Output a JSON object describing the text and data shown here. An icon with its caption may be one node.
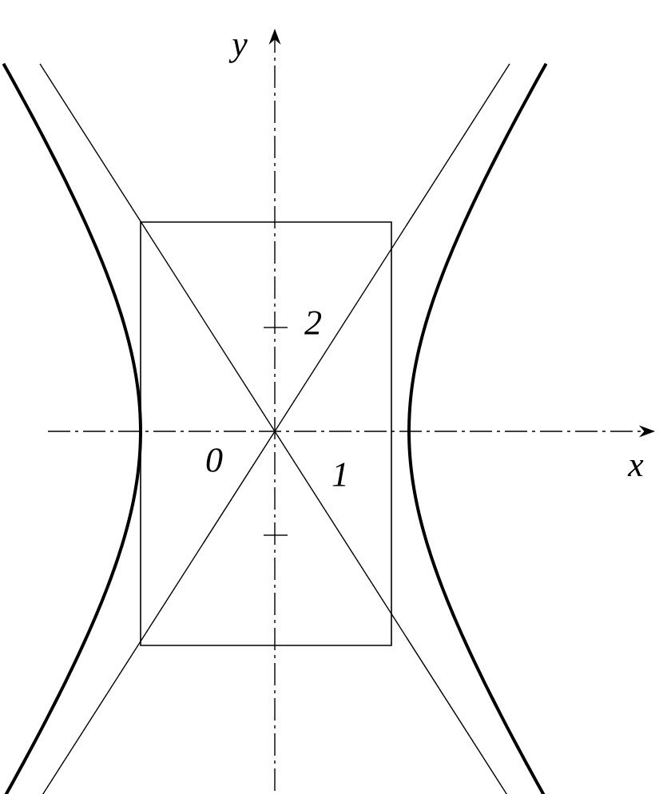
{
  "diagram": {
    "labels": [
      "y",
      "2",
      "0",
      "1",
      "x"
    ]
  }
}
